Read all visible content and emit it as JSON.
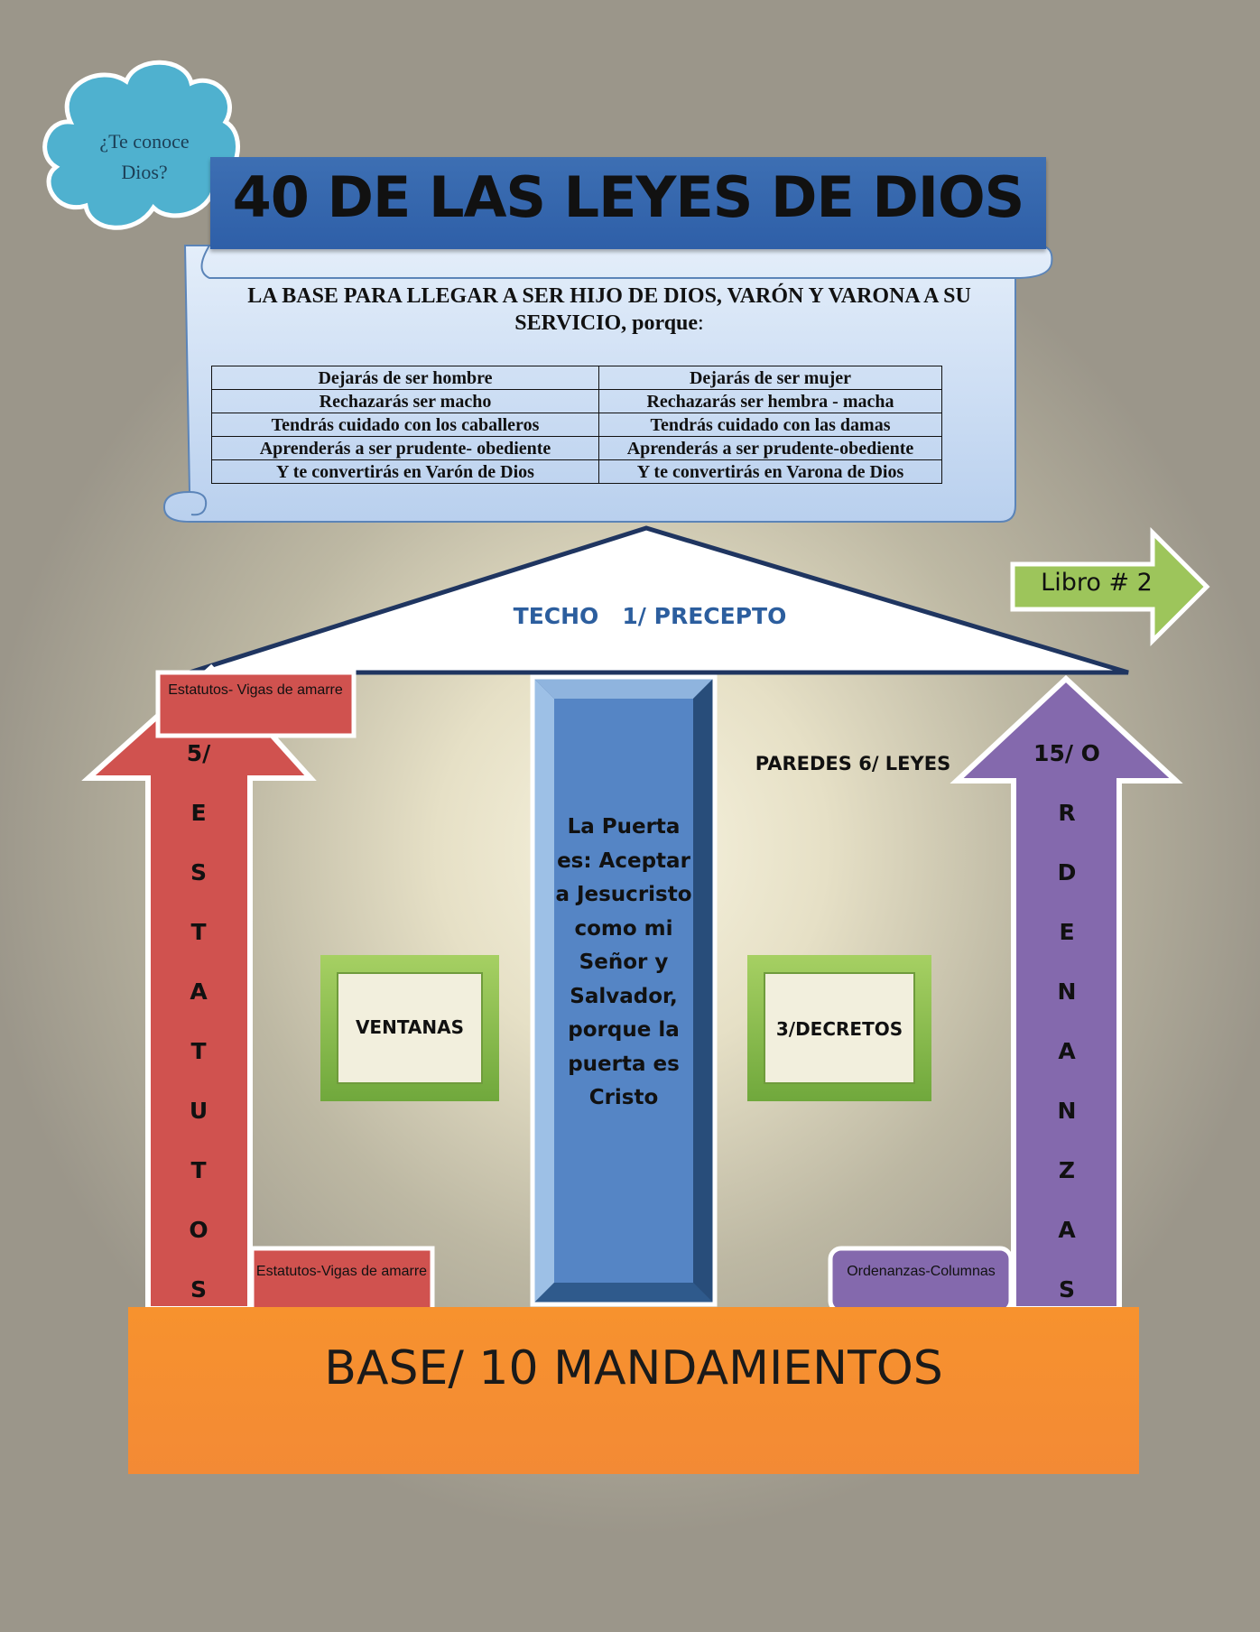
{
  "cloud": {
    "line1": "¿Te conoce",
    "line2": "Dios?"
  },
  "title": "40 DE LAS LEYES DE DIOS",
  "subtitle": {
    "bold": "LA BASE PARA LLEGAR A SER HIJO DE DIOS, VARÓN Y VARONA A SU SERVICIO, porque",
    "plain": ":"
  },
  "table": {
    "rows": [
      [
        "Dejarás de ser hombre",
        "Dejarás de ser mujer"
      ],
      [
        "Rechazarás ser macho",
        "Rechazarás ser hembra - macha"
      ],
      [
        "Tendrás cuidado con los caballeros",
        "Tendrás cuidado con las damas"
      ],
      [
        "Aprenderás a ser prudente- obediente",
        "Aprenderás a ser prudente-obediente"
      ],
      [
        "Y te convertirás en Varón de Dios",
        "Y te convertirás en Varona de Dios"
      ]
    ]
  },
  "roof": {
    "label": "TECHO   1/ PRECEPTO"
  },
  "libro": "Libro # 2",
  "left_arrow": {
    "top_label": "Estatutos- Vigas de amarre",
    "number": "5/",
    "letters": [
      "E",
      "S",
      "T",
      "A",
      "T",
      "U",
      "T",
      "O",
      "S"
    ],
    "bottom_label": "Estatutos-Vigas de amarre"
  },
  "right_arrow": {
    "number": "15/ O",
    "letters": [
      "R",
      "D",
      "E",
      "N",
      "A",
      "N",
      "Z",
      "A",
      "S"
    ],
    "bottom_label": "Ordenanzas-Columnas"
  },
  "walls": "PAREDES 6/ LEYES",
  "window_left": "VENTANAS",
  "window_right": "3/DECRETOS",
  "door": "La Puerta es: Aceptar a Jesucristo como mi Señor y Salvador, porque la puerta es Cristo",
  "base": "BASE/ 10 MANDAMIENTOS",
  "colors": {
    "title_banner": "#2e5fa8",
    "scroll": "#c9dcf2",
    "left_arrow": "#d0524f",
    "right_arrow": "#8469ad",
    "door": "#5585c5",
    "window": "#8cc152",
    "base": "#f18d32",
    "libro_arrow": "#9dc55b",
    "cloud": "#4fb1cf"
  }
}
